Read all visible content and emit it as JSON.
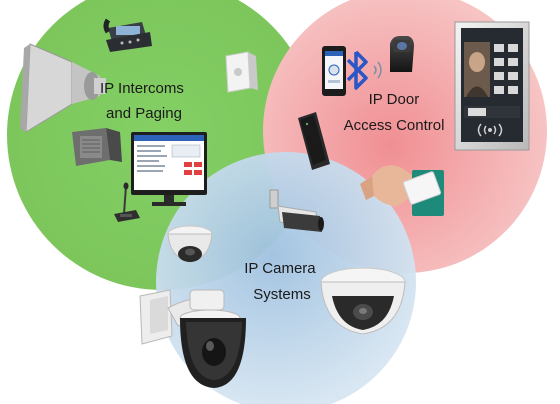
{
  "circles": [
    {
      "id": "intercoms",
      "lines": [
        "IP Intercoms",
        "and Paging"
      ],
      "color": "#84d065",
      "edge": "#7cc65c"
    },
    {
      "id": "door",
      "lines": [
        "IP Door",
        "Access Control"
      ],
      "color": "#f2a0a3",
      "edge": "#f5b3b4"
    },
    {
      "id": "camera",
      "lines": [
        "IP Camera",
        "Systems"
      ],
      "color": "#a9c8e3",
      "edge": "#c3d8ea"
    }
  ],
  "colors": {
    "device_dark": "#2b2b2b",
    "device_grey": "#8e8e8e",
    "device_light": "#e9e9e9",
    "screen_blue": "#2c62b8",
    "dome_white": "#f2f2f2"
  },
  "icons": [
    "desk-phone-icon",
    "horn-speaker-icon",
    "ceiling-speaker-icon",
    "wall-speaker-box-icon",
    "paging-monitor-icon",
    "paging-microphone-icon",
    "smartphone-icon",
    "bluetooth-icon",
    "card-reader-icon",
    "slim-card-reader-icon",
    "video-door-station-icon",
    "hand-with-card-icon",
    "bullet-camera-icon",
    "mini-dome-camera-icon",
    "dome-camera-icon",
    "ptz-camera-icon"
  ]
}
